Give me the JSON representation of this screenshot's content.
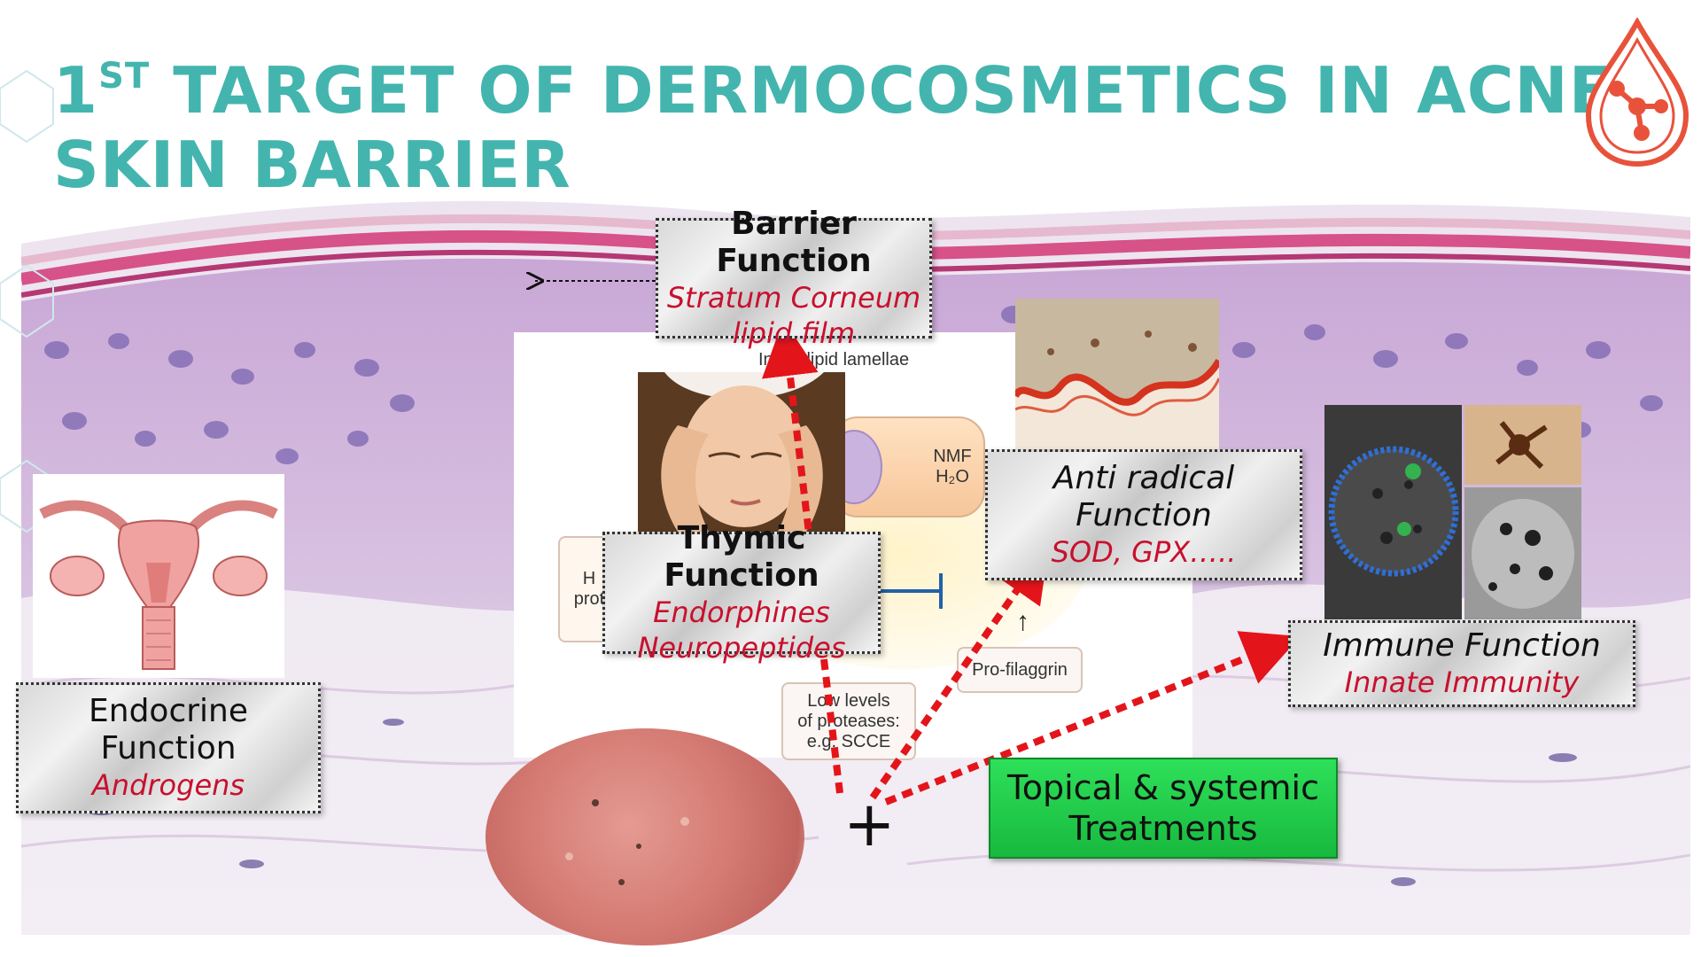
{
  "title": {
    "line1_prefix": "1",
    "line1_sup": "ST",
    "line1_rest": " TARGET OF DERMOCOSMETICS IN ACNE:",
    "line2": "SKIN BARRIER"
  },
  "callouts": {
    "barrier": {
      "heading": "Barrier Function",
      "sub1": "Stratum Corneum",
      "sub2": "lipid film"
    },
    "thymic": {
      "heading": "Thymic Function",
      "sub1": "Endorphines",
      "sub2": "Neuropeptides"
    },
    "antiradical": {
      "heading1": "Anti radical",
      "heading2": "Function",
      "sub1": "SOD, GPX….."
    },
    "immune": {
      "heading": "Immune Function",
      "sub1": "Innate Immunity"
    },
    "endocrine": {
      "heading1": "Endocrine",
      "heading2": "Function",
      "sub1": "Androgens"
    }
  },
  "treatment": {
    "line1": "Topical & systemic",
    "line2": "Treatments"
  },
  "diagram_labels": {
    "lamellae": "Intact lipid lamellae",
    "nmf": "NMF",
    "h2o": "H₂O",
    "pro_filaggrin": "Pro-filaggrin",
    "low_levels_1": "Low levels",
    "low_levels_2": "of proteases:",
    "low_levels_3": "e.g. SCCE",
    "partial_left_1": "H",
    "partial_left_2": "prot"
  },
  "plus_sign": "+",
  "colors": {
    "title": "#43b5ae",
    "arrow": "#e3151a",
    "subtext": "#c8102e",
    "treatment_bg": "#22c94a"
  }
}
